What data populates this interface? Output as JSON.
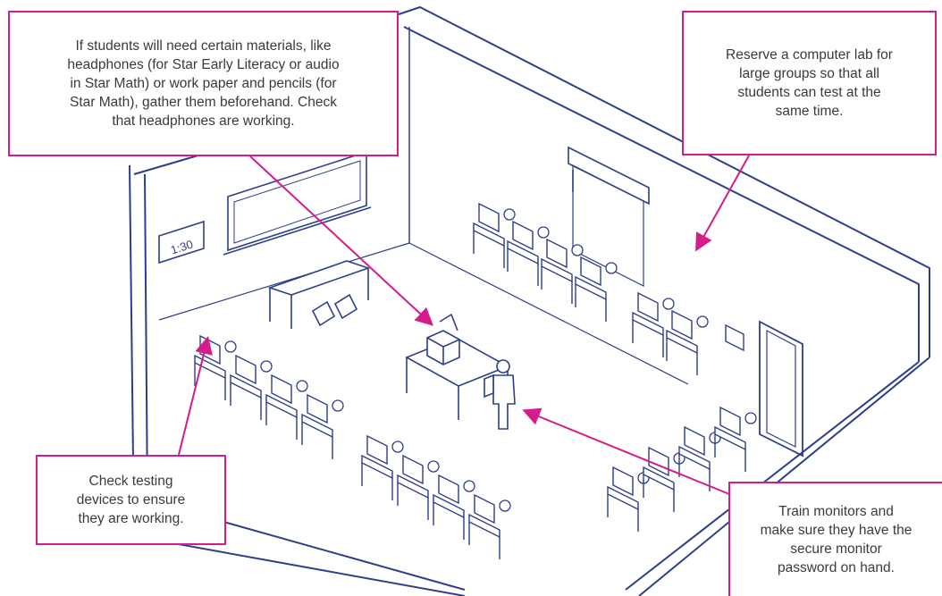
{
  "callouts": {
    "materials": "If students will need certain materials, like\nheadphones (for Star Early Literacy or audio\nin Star Math) or work paper and pencils (for\nStar Math), gather them beforehand. Check\nthat headphones are working.",
    "lab": "Reserve a computer lab for\nlarge groups so that all\nstudents can test at the\nsame time.",
    "devices": "Check testing\ndevices to ensure\nthey are working.",
    "monitors": "Train monitors and\nmake sure they have the\nsecure monitor\npassword on hand."
  },
  "clock_label": "1:30",
  "colors": {
    "accent": "#d61b8c",
    "line": "#2d3f8a",
    "text": "#3a3a3a"
  },
  "icons": [
    "clock-icon",
    "projector-screen-icon",
    "whiteboard-icon",
    "door-icon",
    "thermostat-icon",
    "box-icon",
    "computer-icon",
    "chair-icon",
    "student-icon",
    "teacher-icon"
  ]
}
